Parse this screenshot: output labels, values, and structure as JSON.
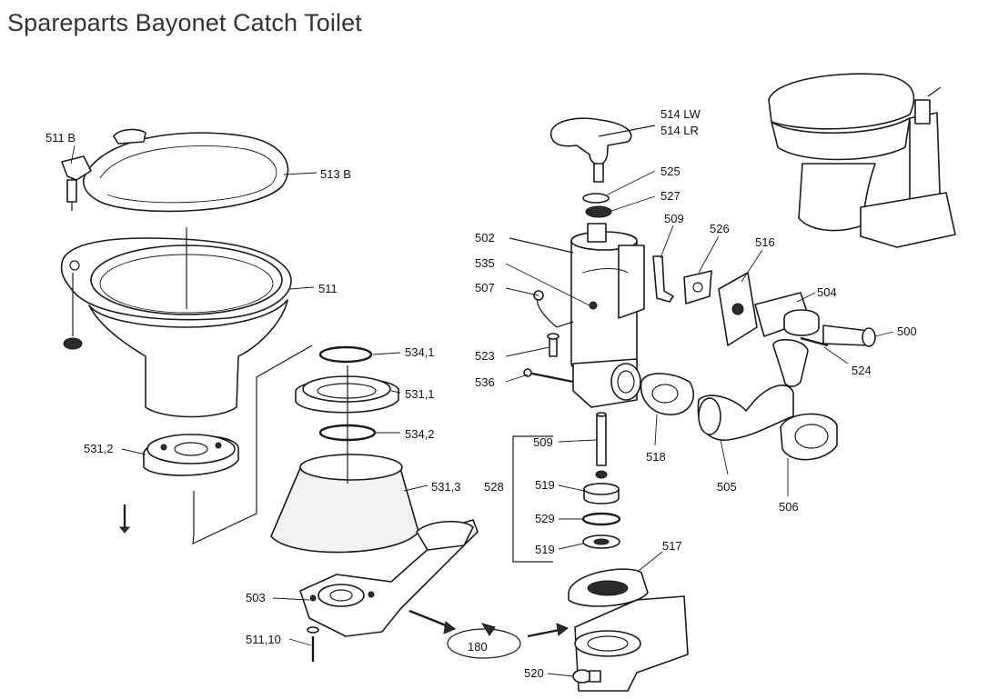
{
  "title": "Spareparts Bayonet Catch Toilet",
  "labels": {
    "p511b": "511 B",
    "p513b": "513 B",
    "p511": "511",
    "p534_1": "534,1",
    "p531_1": "531,1",
    "p534_2": "534,2",
    "p531_2": "531,2",
    "p531_3": "531,3",
    "p503": "503",
    "p511_10": "511,10",
    "p180": "180",
    "p514lw": "514 LW",
    "p514lr": "514 LR",
    "p525": "525",
    "p527": "527",
    "p509a": "509",
    "p526": "526",
    "p516": "516",
    "p502": "502",
    "p535": "535",
    "p507": "507",
    "p504": "504",
    "p500": "500",
    "p523": "523",
    "p524": "524",
    "p536": "536",
    "p509b": "509",
    "p518": "518",
    "p505": "505",
    "p506": "506",
    "p528": "528",
    "p519a": "519",
    "p529": "529",
    "p519b": "519",
    "p517": "517",
    "p520": "520"
  }
}
